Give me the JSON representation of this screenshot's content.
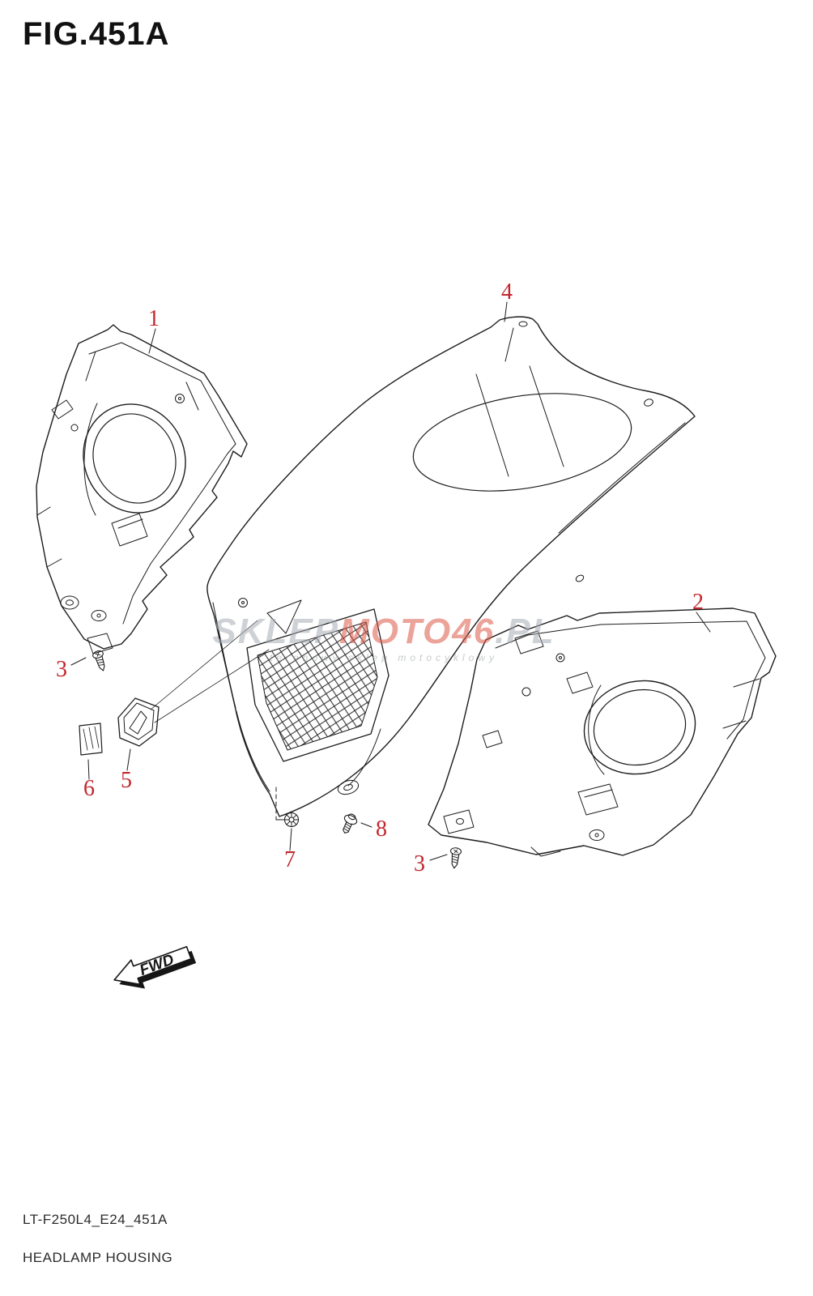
{
  "page": {
    "title": "FIG.451A",
    "footer_code": "LT-F250L4_E24_451A",
    "footer_name": "HEADLAMP HOUSING"
  },
  "watermark": {
    "part1": "SKLEP",
    "part2": "MOTO46",
    "part3": ".PL",
    "subtitle": "terenowy sklep motocyklowy"
  },
  "fwd_arrow": {
    "label": "FWD"
  },
  "callouts": [
    {
      "label": "1"
    },
    {
      "label": "2"
    },
    {
      "label": "3"
    },
    {
      "label": "4"
    },
    {
      "label": "5"
    },
    {
      "label": "6"
    },
    {
      "label": "7"
    },
    {
      "label": "8"
    },
    {
      "label": "3"
    }
  ],
  "colors": {
    "callout_red": "#c2272d",
    "line_black": "#1c1c1c",
    "watermark_gray": "#a7adb3",
    "watermark_red": "#dd5847"
  }
}
